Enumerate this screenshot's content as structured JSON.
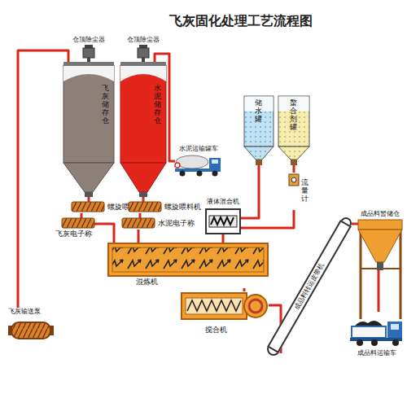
{
  "diagram": {
    "title": "飞灰固化处理工艺流程图",
    "nodes": [
      {
        "text": [
          "飞灰储存仓"
        ]
      },
      {
        "text": [
          "水泥储存仓"
        ]
      },
      {
        "text": [
          "仓顶除尘器"
        ]
      },
      {
        "text": [
          "仓顶除尘器"
        ]
      },
      {
        "text": [
          "储水罐"
        ]
      },
      {
        "text": [
          "螯合剂罐"
        ]
      },
      {
        "text": [
          "水泥运输罐车"
        ]
      },
      {
        "text": [
          "螺旋喂料机"
        ]
      },
      {
        "text": [
          "螺旋喂料机"
        ]
      },
      {
        "text": [
          "液体混合机"
        ]
      },
      {
        "text": [
          "流量计"
        ]
      },
      {
        "text": [
          "飞灰电子称"
        ]
      },
      {
        "text": [
          "水泥电子称"
        ]
      },
      {
        "text": [
          "混炼机"
        ]
      },
      {
        "text": [
          "搅合机"
        ]
      },
      {
        "text": [
          "成品料转运皮带机"
        ]
      },
      {
        "text": [
          "成品料暂储仓"
        ]
      },
      {
        "text": [
          "成品料运输车"
        ]
      },
      {
        "text": [
          "飞灰输送泵"
        ]
      }
    ],
    "edges": [
      {
        "from": 18,
        "to": 0,
        "arrow": "none"
      },
      {
        "from": 6,
        "to": 1,
        "arrow": "none"
      },
      {
        "from": 0,
        "to": 7,
        "arrow": "none"
      },
      {
        "from": 1,
        "to": 8,
        "arrow": "none"
      },
      {
        "from": 7,
        "to": 11,
        "arrow": "none"
      },
      {
        "from": 8,
        "to": 12,
        "arrow": "none"
      },
      {
        "from": 11,
        "to": 13,
        "arrow": "none"
      },
      {
        "from": 12,
        "to": 13,
        "arrow": "none"
      },
      {
        "from": 4,
        "to": 9,
        "arrow": "none"
      },
      {
        "from": 5,
        "to": 10,
        "arrow": "none"
      },
      {
        "from": 10,
        "to": 9,
        "arrow": "none"
      },
      {
        "from": 9,
        "to": 13,
        "arrow": "none"
      },
      {
        "from": 13,
        "to": 14,
        "arrow": "none"
      },
      {
        "from": 14,
        "to": 15,
        "arrow": "none"
      },
      {
        "from": 15,
        "to": 16,
        "arrow": "none"
      },
      {
        "from": 16,
        "to": 17,
        "arrow": "none"
      }
    ]
  }
}
